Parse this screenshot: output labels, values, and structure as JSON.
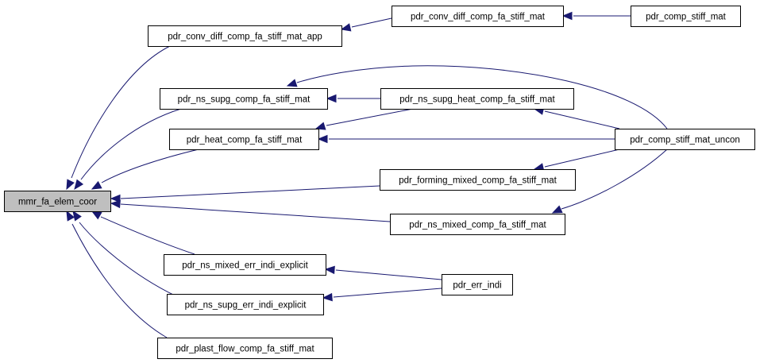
{
  "diagram": {
    "type": "call-graph",
    "nodes": [
      {
        "id": "mmr_fa_elem_coor",
        "label": "mmr_fa_elem_coor",
        "focus": true
      },
      {
        "id": "pdr_conv_diff_comp_fa_stiff_mat_app",
        "label": "pdr_conv_diff_comp_fa_stiff_mat_app"
      },
      {
        "id": "pdr_conv_diff_comp_fa_stiff_mat",
        "label": "pdr_conv_diff_comp_fa_stiff_mat"
      },
      {
        "id": "pdr_comp_stiff_mat",
        "label": "pdr_comp_stiff_mat"
      },
      {
        "id": "pdr_ns_supg_comp_fa_stiff_mat",
        "label": "pdr_ns_supg_comp_fa_stiff_mat"
      },
      {
        "id": "pdr_ns_supg_heat_comp_fa_stiff_mat",
        "label": "pdr_ns_supg_heat_comp_fa_stiff_mat"
      },
      {
        "id": "pdr_heat_comp_fa_stiff_mat",
        "label": "pdr_heat_comp_fa_stiff_mat"
      },
      {
        "id": "pdr_comp_stiff_mat_uncon",
        "label": "pdr_comp_stiff_mat_uncon"
      },
      {
        "id": "pdr_forming_mixed_comp_fa_stiff_mat",
        "label": "pdr_forming_mixed_comp_fa_stiff_mat"
      },
      {
        "id": "pdr_ns_mixed_comp_fa_stiff_mat",
        "label": "pdr_ns_mixed_comp_fa_stiff_mat"
      },
      {
        "id": "pdr_ns_mixed_err_indi_explicit",
        "label": "pdr_ns_mixed_err_indi_explicit"
      },
      {
        "id": "pdr_err_indi",
        "label": "pdr_err_indi"
      },
      {
        "id": "pdr_ns_supg_err_indi_explicit",
        "label": "pdr_ns_supg_err_indi_explicit"
      },
      {
        "id": "pdr_plast_flow_comp_fa_stiff_mat",
        "label": "pdr_plast_flow_comp_fa_stiff_mat"
      }
    ],
    "edges": [
      {
        "from": "pdr_conv_diff_comp_fa_stiff_mat_app",
        "to": "mmr_fa_elem_coor"
      },
      {
        "from": "pdr_ns_supg_comp_fa_stiff_mat",
        "to": "mmr_fa_elem_coor"
      },
      {
        "from": "pdr_heat_comp_fa_stiff_mat",
        "to": "mmr_fa_elem_coor"
      },
      {
        "from": "pdr_forming_mixed_comp_fa_stiff_mat",
        "to": "mmr_fa_elem_coor"
      },
      {
        "from": "pdr_ns_mixed_comp_fa_stiff_mat",
        "to": "mmr_fa_elem_coor"
      },
      {
        "from": "pdr_ns_mixed_err_indi_explicit",
        "to": "mmr_fa_elem_coor"
      },
      {
        "from": "pdr_ns_supg_err_indi_explicit",
        "to": "mmr_fa_elem_coor"
      },
      {
        "from": "pdr_plast_flow_comp_fa_stiff_mat",
        "to": "mmr_fa_elem_coor"
      },
      {
        "from": "pdr_conv_diff_comp_fa_stiff_mat",
        "to": "pdr_conv_diff_comp_fa_stiff_mat_app"
      },
      {
        "from": "pdr_comp_stiff_mat",
        "to": "pdr_conv_diff_comp_fa_stiff_mat"
      },
      {
        "from": "pdr_ns_supg_heat_comp_fa_stiff_mat",
        "to": "pdr_ns_supg_comp_fa_stiff_mat"
      },
      {
        "from": "pdr_comp_stiff_mat_uncon",
        "to": "pdr_ns_supg_comp_fa_stiff_mat"
      },
      {
        "from": "pdr_ns_supg_heat_comp_fa_stiff_mat",
        "to": "pdr_heat_comp_fa_stiff_mat"
      },
      {
        "from": "pdr_comp_stiff_mat_uncon",
        "to": "pdr_heat_comp_fa_stiff_mat"
      },
      {
        "from": "pdr_comp_stiff_mat_uncon",
        "to": "pdr_ns_supg_heat_comp_fa_stiff_mat"
      },
      {
        "from": "pdr_comp_stiff_mat_uncon",
        "to": "pdr_forming_mixed_comp_fa_stiff_mat"
      },
      {
        "from": "pdr_comp_stiff_mat_uncon",
        "to": "pdr_ns_mixed_comp_fa_stiff_mat"
      },
      {
        "from": "pdr_err_indi",
        "to": "pdr_ns_mixed_err_indi_explicit"
      },
      {
        "from": "pdr_err_indi",
        "to": "pdr_ns_supg_err_indi_explicit"
      }
    ]
  },
  "colors": {
    "edge": "#191970",
    "focus_fill": "#bfbfbf",
    "node_fill": "#ffffff",
    "node_stroke": "#000000"
  }
}
